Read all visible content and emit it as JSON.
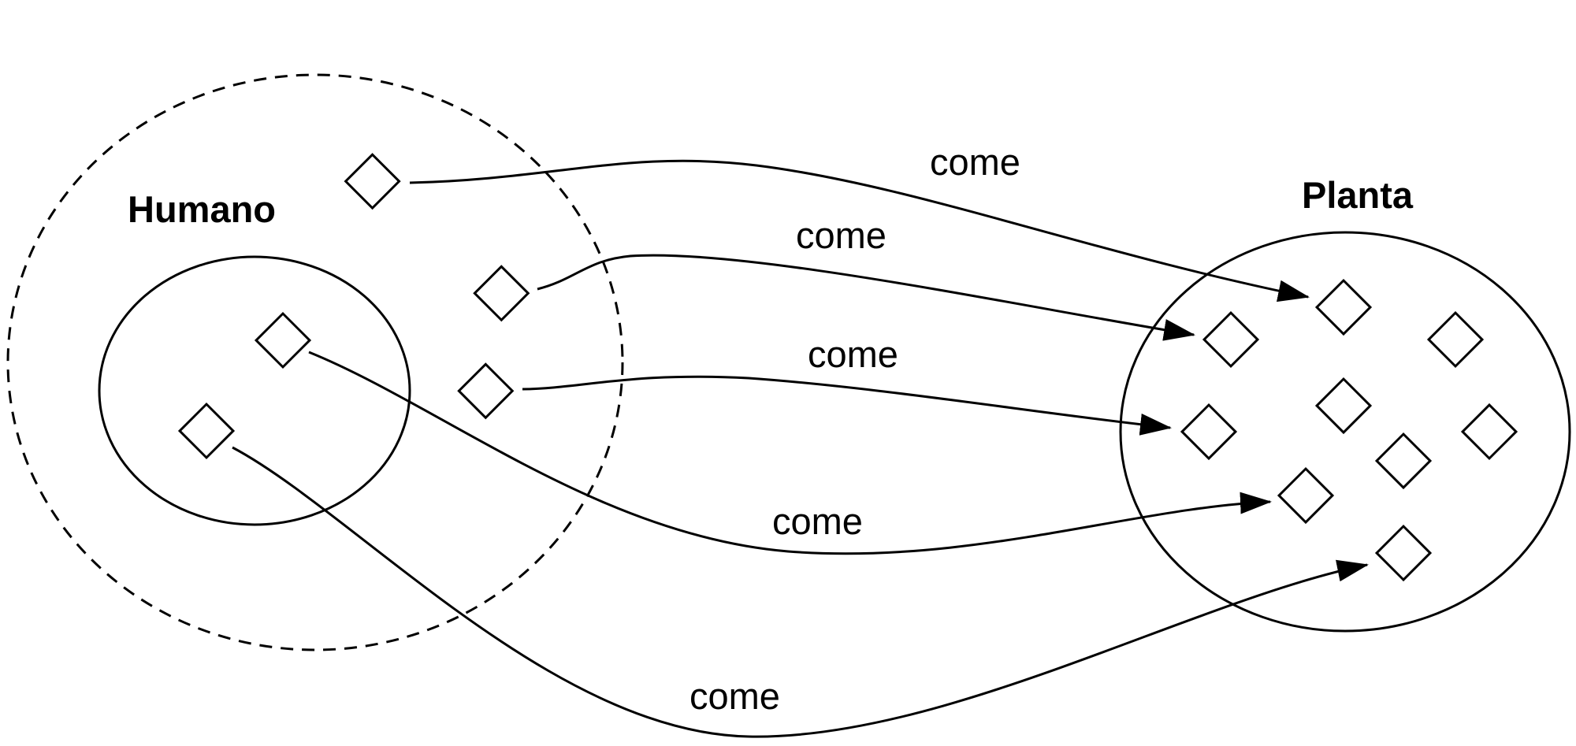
{
  "sets": {
    "humano_label": "Humano",
    "planta_label": "Planta"
  },
  "edges": [
    {
      "label": "come"
    },
    {
      "label": "come"
    },
    {
      "label": "come"
    },
    {
      "label": "come"
    },
    {
      "label": "come"
    }
  ],
  "colors": {
    "stroke": "#000000",
    "background": "#ffffff"
  }
}
